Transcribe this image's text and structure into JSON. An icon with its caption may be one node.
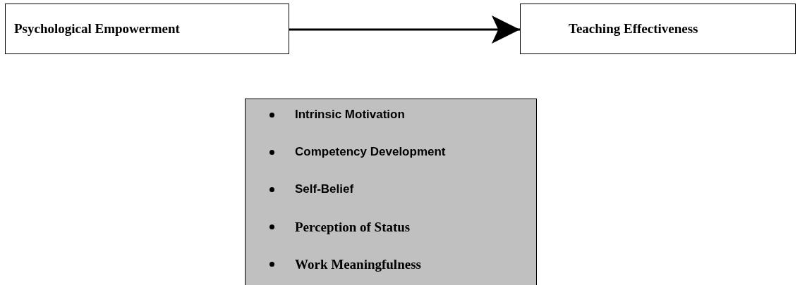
{
  "diagram": {
    "nodes": [
      {
        "text": [
          "Psychological Empowerment"
        ]
      },
      {
        "text": [
          "Teaching Effectiveness"
        ]
      },
      {
        "text": [
          "Intrinsic Motivation",
          "Competency Development",
          "Self-Belief",
          "Perception of Status",
          "Work Meaningfulness"
        ]
      }
    ],
    "edges": [
      {
        "from": 0,
        "to": 1,
        "arrow": "to"
      }
    ]
  }
}
